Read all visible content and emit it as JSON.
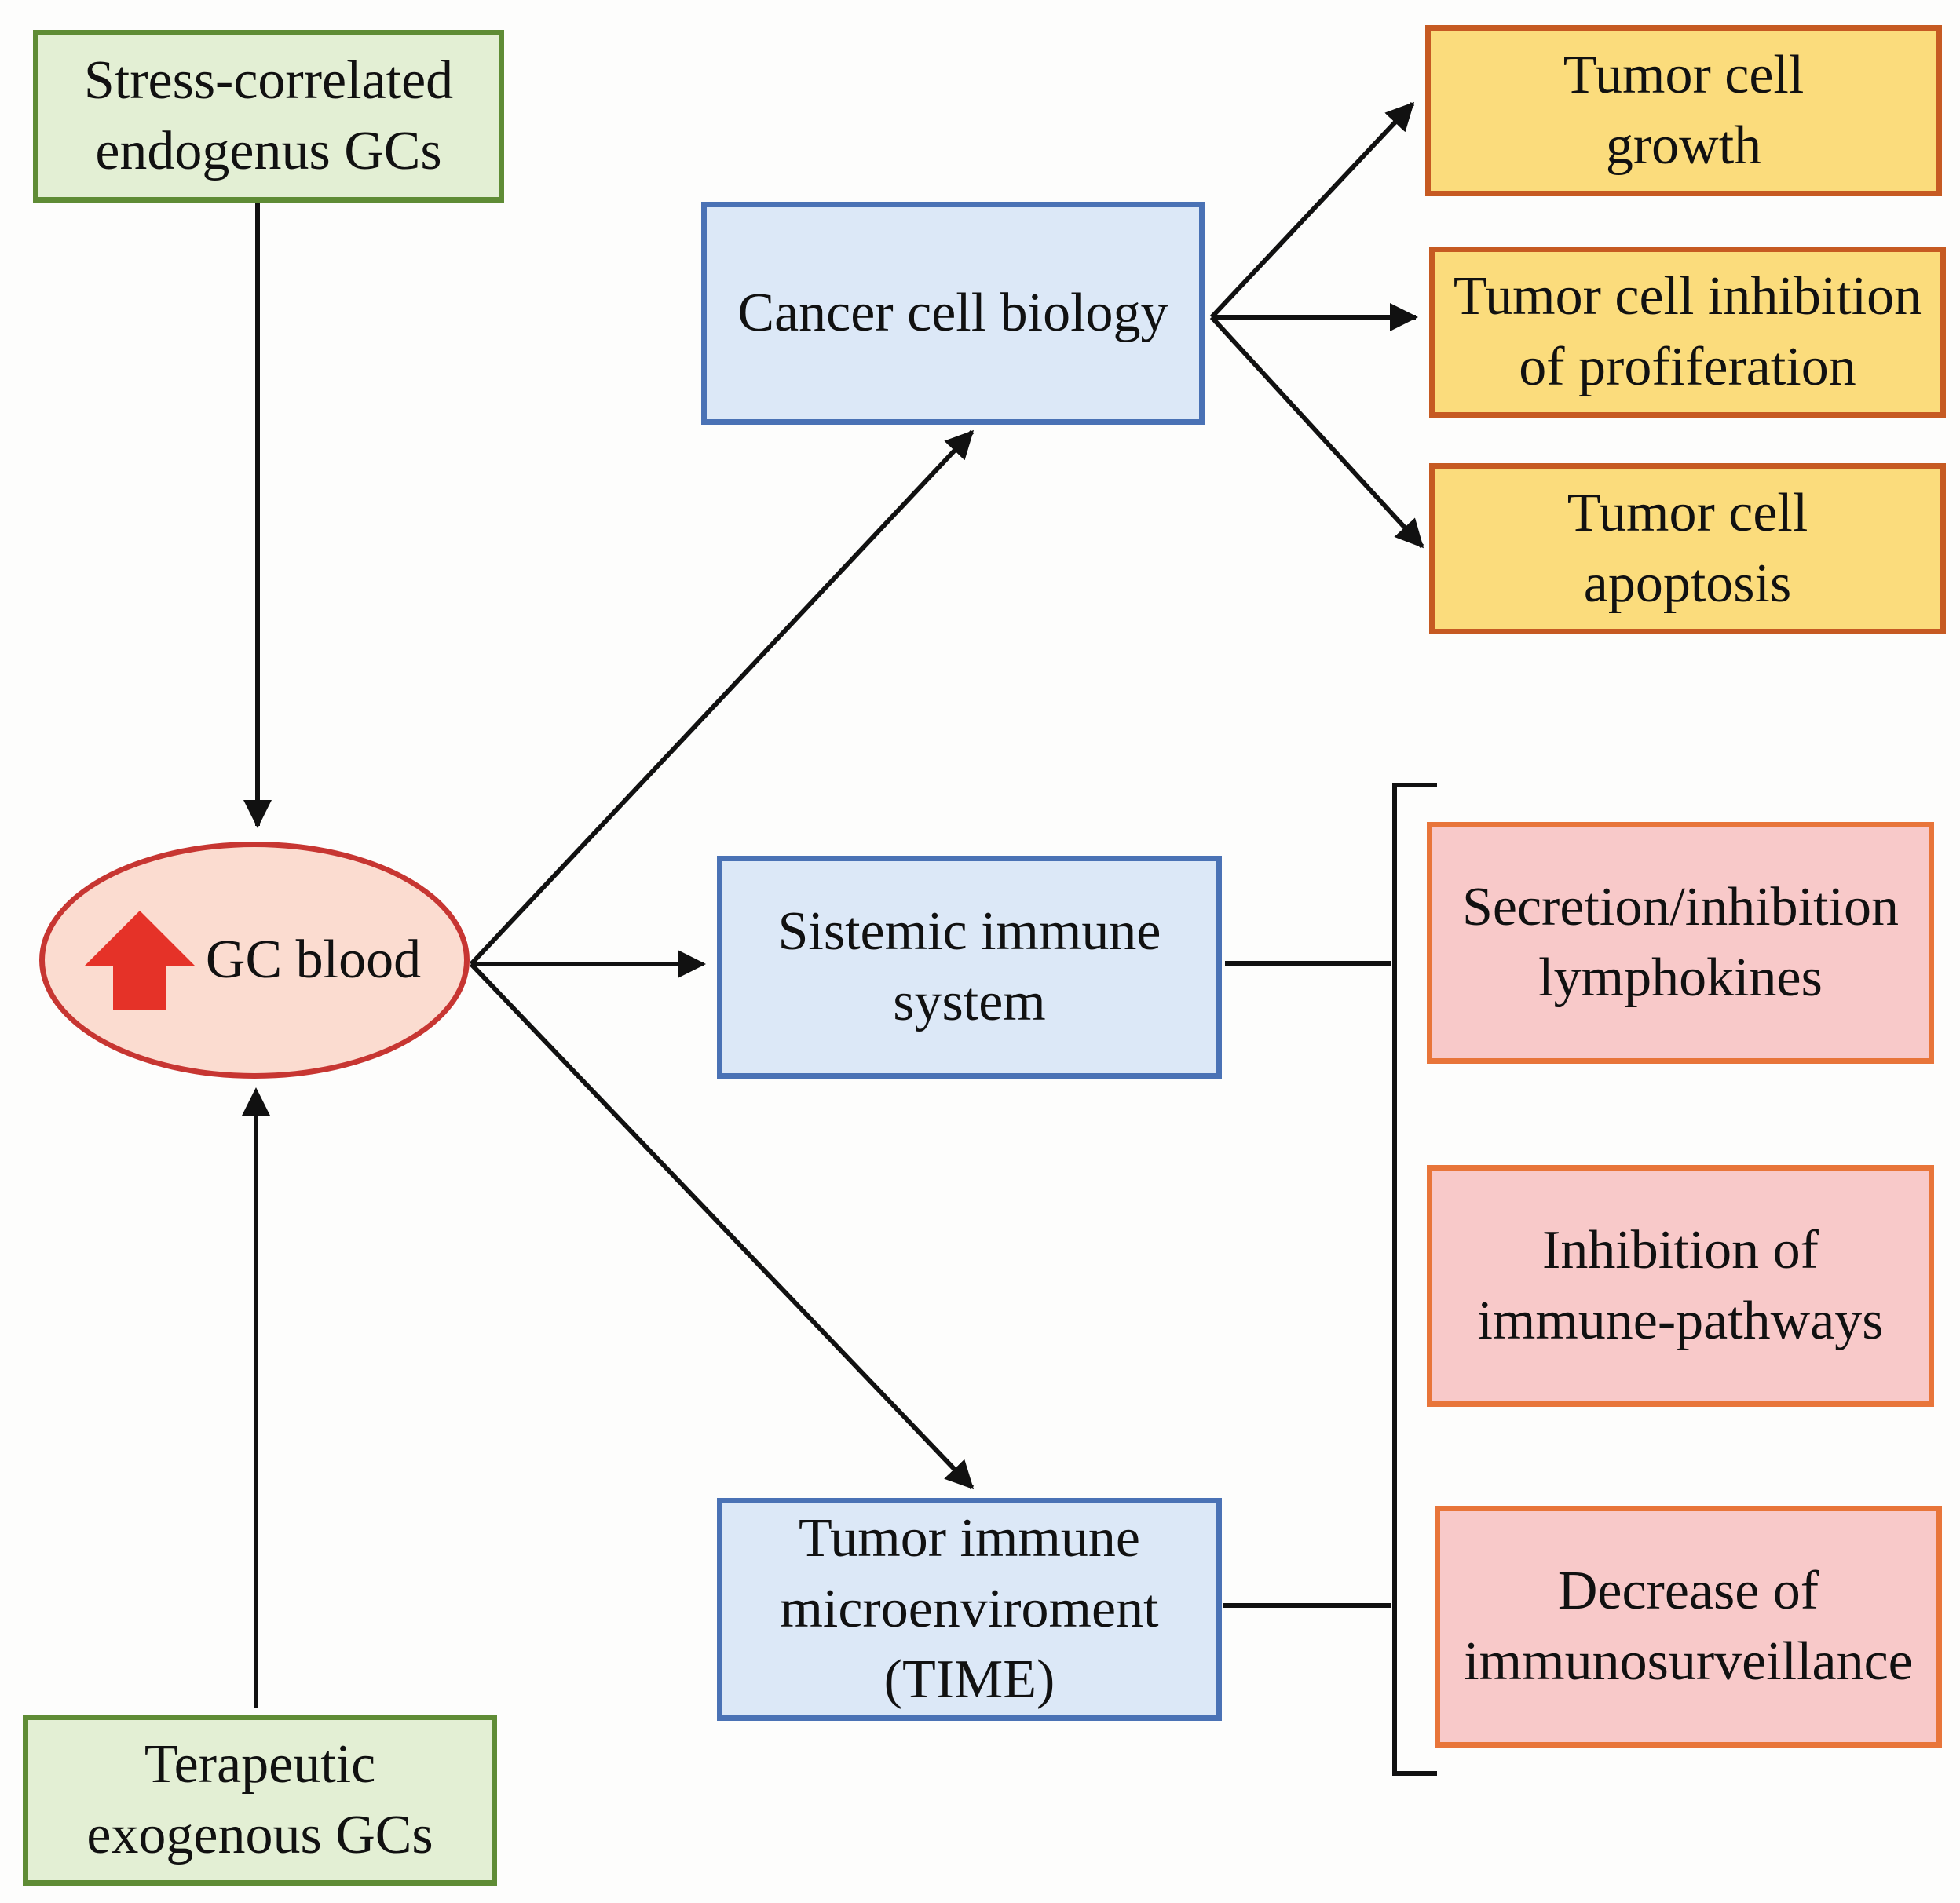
{
  "diagram": {
    "stress": [
      "Stress-correlated",
      "endogenus GCs"
    ],
    "therapeutic": [
      "Terapeutic",
      "exogenous GCs"
    ],
    "gc_blood": "GC blood",
    "cancer_biology": [
      "Cancer cell biology"
    ],
    "sistemic_immune": [
      "Sistemic immune",
      "system"
    ],
    "time": [
      "Tumor immune",
      "microenviroment",
      "(TIME)"
    ],
    "growth": [
      "Tumor cell",
      "growth"
    ],
    "proliferation": [
      "Tumor cell inhibition",
      "of profiferation"
    ],
    "apoptosis": [
      "Tumor cell",
      "apoptosis"
    ],
    "lymphokines": [
      "Secretion/inhibition",
      "lymphokines"
    ],
    "pathways": [
      "Inhibition of",
      "immune-pathways"
    ],
    "immunosurveillance": [
      "Decrease of",
      "immunosurveillance"
    ]
  },
  "colors": {
    "green_border": "#5f8c35",
    "green_fill": "#e3efd4",
    "blue_border": "#4a72b5",
    "blue_fill": "#dce8f7",
    "yellow_border": "#c65a22",
    "yellow_fill": "#fbdc7c",
    "pink_border": "#e8753a",
    "pink_fill": "#f8c9c9",
    "ellipse_border": "#c73632",
    "ellipse_fill": "#fbdcd0",
    "up_arrow": "#e53228"
  },
  "icons": {
    "gc_blood_marker": "up-arrow-icon"
  }
}
